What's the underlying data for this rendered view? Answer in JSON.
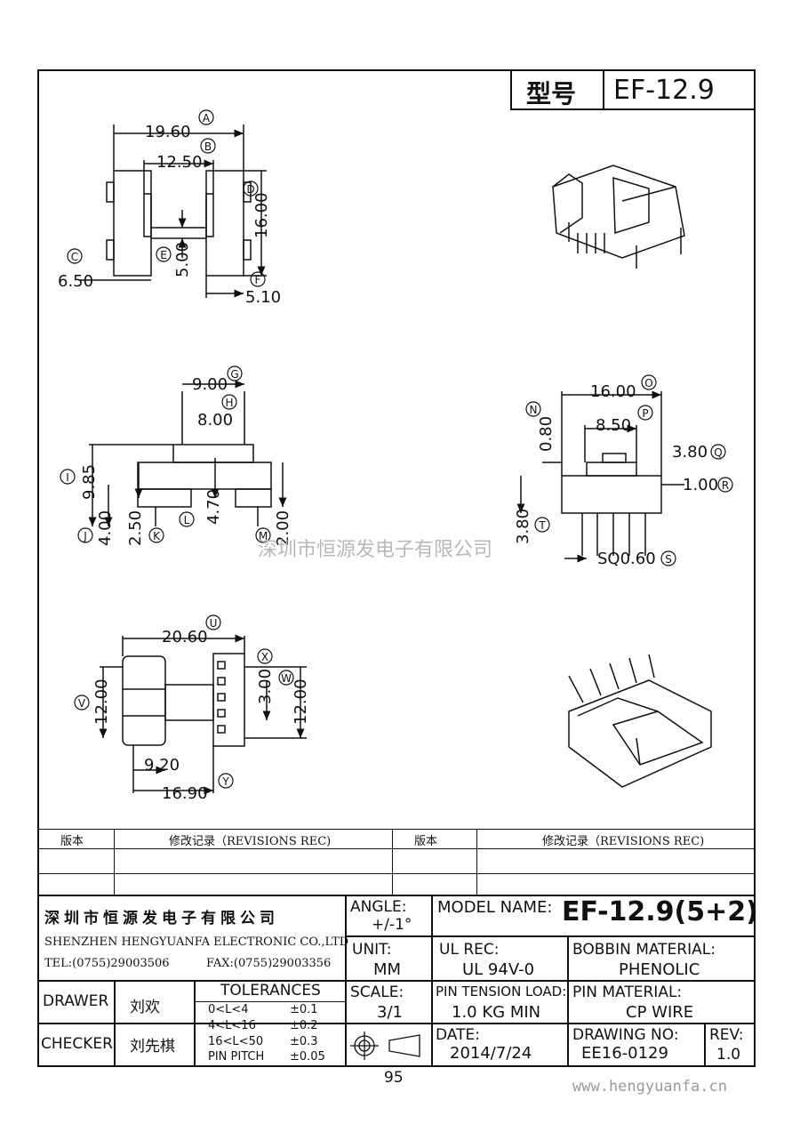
{
  "header": {
    "model_label": "型号",
    "model_value": "EF-12.9"
  },
  "dims": {
    "A": "19.60",
    "B": "12.50",
    "C": "6.50",
    "D": "16.00",
    "E": "5.00",
    "F": "5.10",
    "G": "9.00",
    "H": "8.00",
    "I": "9.85",
    "J": "4.00",
    "K": "2.50",
    "L": "4.70",
    "M": "2.00",
    "N": "0.80",
    "O": "16.00",
    "P": "8.50",
    "Q": "3.80",
    "R": "1.00",
    "S": "SQ0.60",
    "T": "3.80",
    "U": "20.60",
    "V": "12.00",
    "W": "12.00",
    "X": "3.00",
    "Y": "16.90",
    "Z": "9.20"
  },
  "markers": {
    "A": "A",
    "B": "B",
    "C": "C",
    "D": "D",
    "E": "E",
    "F": "F",
    "G": "G",
    "H": "H",
    "I": "I",
    "J": "J",
    "K": "K",
    "L": "L",
    "M": "M",
    "N": "N",
    "O": "O",
    "P": "P",
    "Q": "Q",
    "R": "R",
    "S": "S",
    "T": "T",
    "U": "U",
    "V": "V",
    "W": "W",
    "X": "X",
    "Y": "Y"
  },
  "watermark": "深圳市恒源发电子有限公司",
  "revisions": {
    "version_label_1": "版本",
    "record_label_1": "修改记录（REVISIONS REC)",
    "version_label_2": "版本",
    "record_label_2": "修改记录（REVISIONS REC)"
  },
  "company": {
    "name_cn": "深圳市恒源发电子有限公司",
    "name_en": "SHENZHEN HENGYUANFA ELECTRONIC CO.,LTD",
    "tel": "TEL:(0755)29003506",
    "fax": "FAX:(0755)29003356"
  },
  "title_block": {
    "angle_label": "ANGLE:",
    "angle_value": "+/-1°",
    "model_name_label": "MODEL NAME:",
    "model_name_value": "EF-12.9(5+2)",
    "unit_label": "UNIT:",
    "unit_value": "MM",
    "ul_label": "UL REC:",
    "ul_value": "UL 94V-0",
    "bobbin_label": "BOBBIN MATERIAL:",
    "bobbin_value": "PHENOLIC",
    "scale_label": "SCALE:",
    "scale_value": "3/1",
    "pin_tension_label": "PIN TENSION LOAD:",
    "pin_tension_value": "1.0 KG MIN",
    "pin_material_label": "PIN MATERIAL:",
    "pin_material_value": "CP WIRE",
    "date_label": "DATE:",
    "date_value": "2014/7/24",
    "drawing_no_label": "DRAWING NO:",
    "drawing_no_value": "EE16-0129",
    "rev_label": "REV:",
    "rev_value": "1.0",
    "drawer_label": "DRAWER",
    "drawer_value": "刘欢",
    "checker_label": "CHECKER",
    "checker_value": "刘先棋",
    "tolerances_title": "TOLERANCES",
    "tolerances": [
      {
        "range": "0<L<4",
        "value": "±0.1"
      },
      {
        "range": "4<L<16",
        "value": "±0.2"
      },
      {
        "range": "16<L<50",
        "value": "±0.3"
      },
      {
        "range": "PIN PITCH",
        "value": "±0.05"
      }
    ]
  },
  "page_number": "95",
  "website": "www.hengyuanfa.cn"
}
